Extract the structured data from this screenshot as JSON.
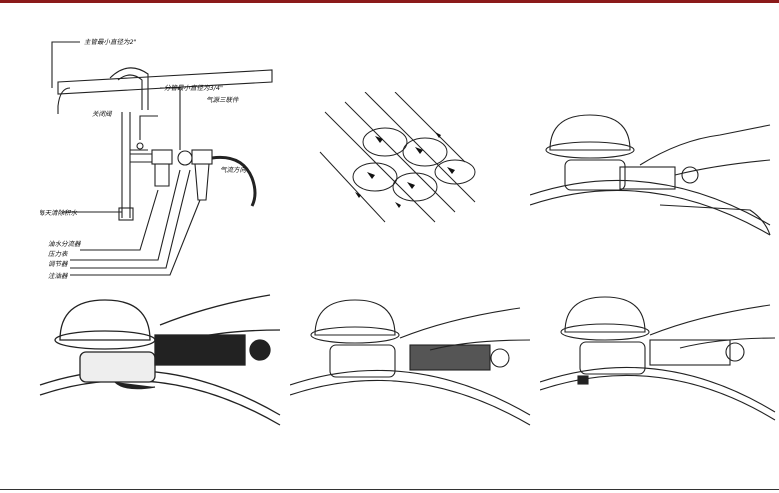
{
  "installation_diagram": {
    "labels": {
      "main_pipe": "主管最小直径为2\"",
      "branch_pipe": "分管最小直径为3/4\"",
      "air_source_unit": "气源三联件",
      "shutoff_valve": "关闭阀",
      "airflow_direction": "气流方向",
      "daily_drain": "每天清除积水",
      "oil_water_separator": "油水分流器",
      "pressure_gauge": "压力表",
      "regulator": "调节器",
      "lubricator": "注油器"
    }
  },
  "steps": [
    "strap-loop-illustration",
    "step-1-insert-strap",
    "step-2-grip-tool",
    "step-3-tension",
    "step-4-seal"
  ],
  "colors": {
    "accent": "#8b1a1a",
    "line": "#222222"
  }
}
